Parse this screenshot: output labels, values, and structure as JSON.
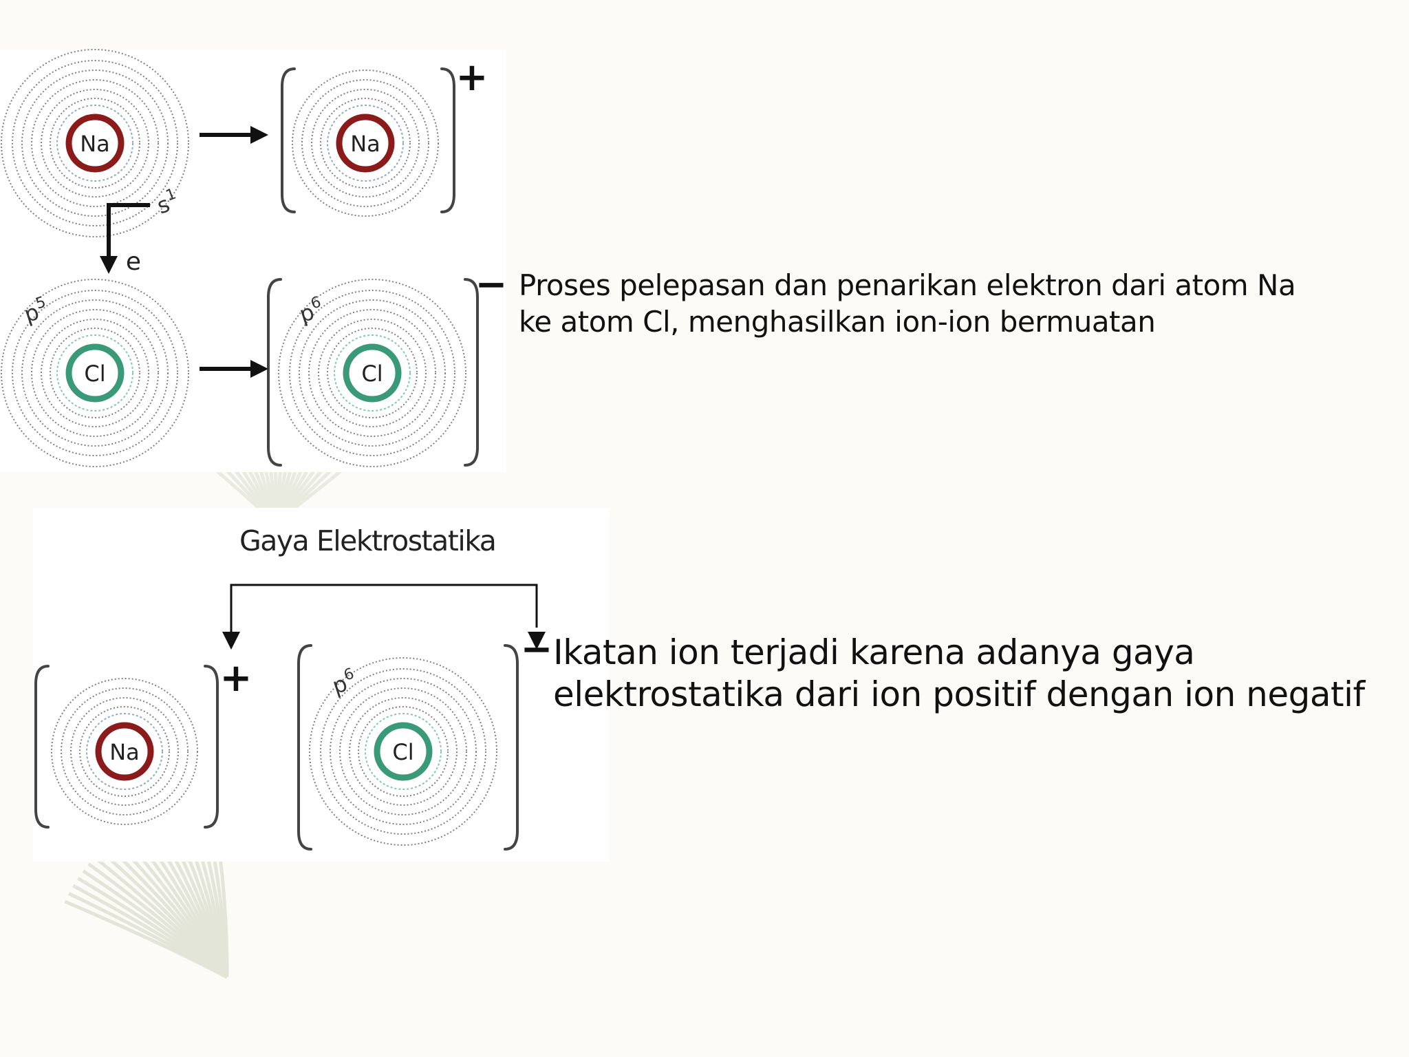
{
  "colors": {
    "background": "#fcfbf8",
    "panel": "#ffffff",
    "sodium_ring": "#8b1a1a",
    "chlorine_ring": "#3a9a78",
    "shell_dots": "#555555",
    "inner_shell": "#8fa8c8",
    "inner_shell_cl": "#80c7b0",
    "arrow": "#111111",
    "bracket": "#444444",
    "watermark": "#c8ccb4"
  },
  "top_diagram": {
    "na_atom": "Na",
    "na_ion": "Na",
    "na_ion_charge": "+",
    "cl_atom": "Cl",
    "cl_ion": "Cl",
    "cl_ion_charge": "−",
    "na_orbital": "s",
    "na_orbital_sup": "1",
    "cl_atom_orbital": "p",
    "cl_atom_orbital_sup": "5",
    "cl_ion_orbital": "p",
    "cl_ion_orbital_sup": "6",
    "electron_label": "e"
  },
  "bottom_diagram": {
    "title": "Gaya Elektrostatika",
    "na_ion": "Na",
    "na_charge": "+",
    "cl_ion": "Cl",
    "cl_charge": "−",
    "cl_orbital": "p",
    "cl_orbital_sup": "6"
  },
  "captions": {
    "process": {
      "line1": "Proses pelepasan dan penarikan elektron dari atom Na",
      "line2": "ke atom Cl, menghasilkan ion-ion bermuatan"
    },
    "bond": {
      "line1": "Ikatan ion terjadi karena adanya gaya",
      "line2": "elektrostatika dari ion positif dengan ion negatif"
    }
  }
}
